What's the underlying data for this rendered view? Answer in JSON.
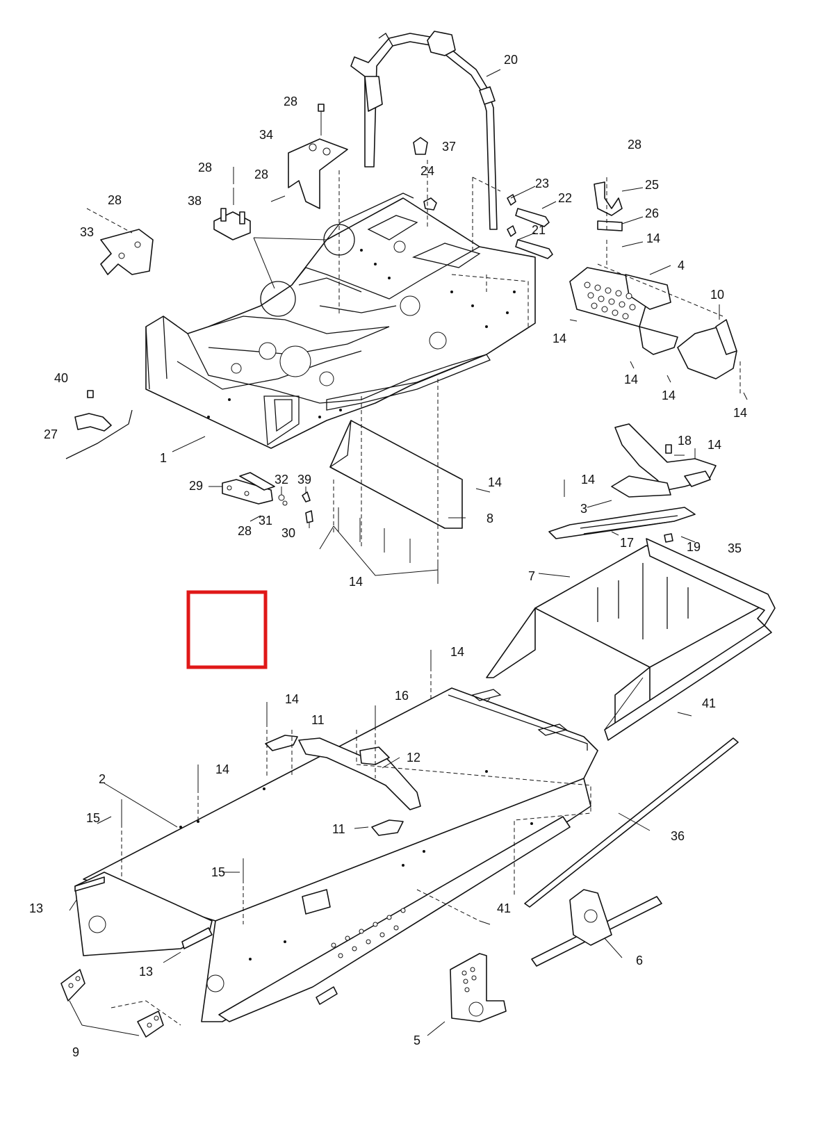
{
  "highlight": {
    "color": "#e01818"
  },
  "callouts": [
    {
      "id": "c1",
      "text": "1"
    },
    {
      "id": "c2",
      "text": "2"
    },
    {
      "id": "c3",
      "text": "3"
    },
    {
      "id": "c4",
      "text": "4"
    },
    {
      "id": "c5",
      "text": "5"
    },
    {
      "id": "c6",
      "text": "6"
    },
    {
      "id": "c7",
      "text": "7"
    },
    {
      "id": "c8",
      "text": "8"
    },
    {
      "id": "c9",
      "text": "9"
    },
    {
      "id": "c10",
      "text": "10"
    },
    {
      "id": "c11a",
      "text": "11"
    },
    {
      "id": "c11b",
      "text": "11"
    },
    {
      "id": "c12",
      "text": "12"
    },
    {
      "id": "c13a",
      "text": "13"
    },
    {
      "id": "c13b",
      "text": "13"
    },
    {
      "id": "c14a",
      "text": "14"
    },
    {
      "id": "c14b",
      "text": "14"
    },
    {
      "id": "c14c",
      "text": "14"
    },
    {
      "id": "c14d",
      "text": "14"
    },
    {
      "id": "c14e",
      "text": "14"
    },
    {
      "id": "c14f",
      "text": "14"
    },
    {
      "id": "c14g",
      "text": "14"
    },
    {
      "id": "c14h",
      "text": "14"
    },
    {
      "id": "c14i",
      "text": "14"
    },
    {
      "id": "c14j",
      "text": "14"
    },
    {
      "id": "c14k",
      "text": "14"
    },
    {
      "id": "c14l",
      "text": "14"
    },
    {
      "id": "c15a",
      "text": "15"
    },
    {
      "id": "c15b",
      "text": "15"
    },
    {
      "id": "c16",
      "text": "16"
    },
    {
      "id": "c17",
      "text": "17"
    },
    {
      "id": "c18",
      "text": "18"
    },
    {
      "id": "c19",
      "text": "19"
    },
    {
      "id": "c20",
      "text": "20"
    },
    {
      "id": "c21",
      "text": "21"
    },
    {
      "id": "c22",
      "text": "22"
    },
    {
      "id": "c23",
      "text": "23"
    },
    {
      "id": "c24",
      "text": "24"
    },
    {
      "id": "c25",
      "text": "25"
    },
    {
      "id": "c26",
      "text": "26"
    },
    {
      "id": "c27",
      "text": "27"
    },
    {
      "id": "c28a",
      "text": "28"
    },
    {
      "id": "c28b",
      "text": "28"
    },
    {
      "id": "c28c",
      "text": "28"
    },
    {
      "id": "c28d",
      "text": "28"
    },
    {
      "id": "c28e",
      "text": "28"
    },
    {
      "id": "c28f",
      "text": "28"
    },
    {
      "id": "c29",
      "text": "29"
    },
    {
      "id": "c30",
      "text": "30"
    },
    {
      "id": "c31",
      "text": "31"
    },
    {
      "id": "c32",
      "text": "32"
    },
    {
      "id": "c33",
      "text": "33"
    },
    {
      "id": "c34",
      "text": "34"
    },
    {
      "id": "c35",
      "text": "35"
    },
    {
      "id": "c36",
      "text": "36"
    },
    {
      "id": "c37",
      "text": "37"
    },
    {
      "id": "c38",
      "text": "38"
    },
    {
      "id": "c39",
      "text": "39"
    },
    {
      "id": "c40",
      "text": "40"
    },
    {
      "id": "c41a",
      "text": "41"
    },
    {
      "id": "c41b",
      "text": "41"
    }
  ]
}
